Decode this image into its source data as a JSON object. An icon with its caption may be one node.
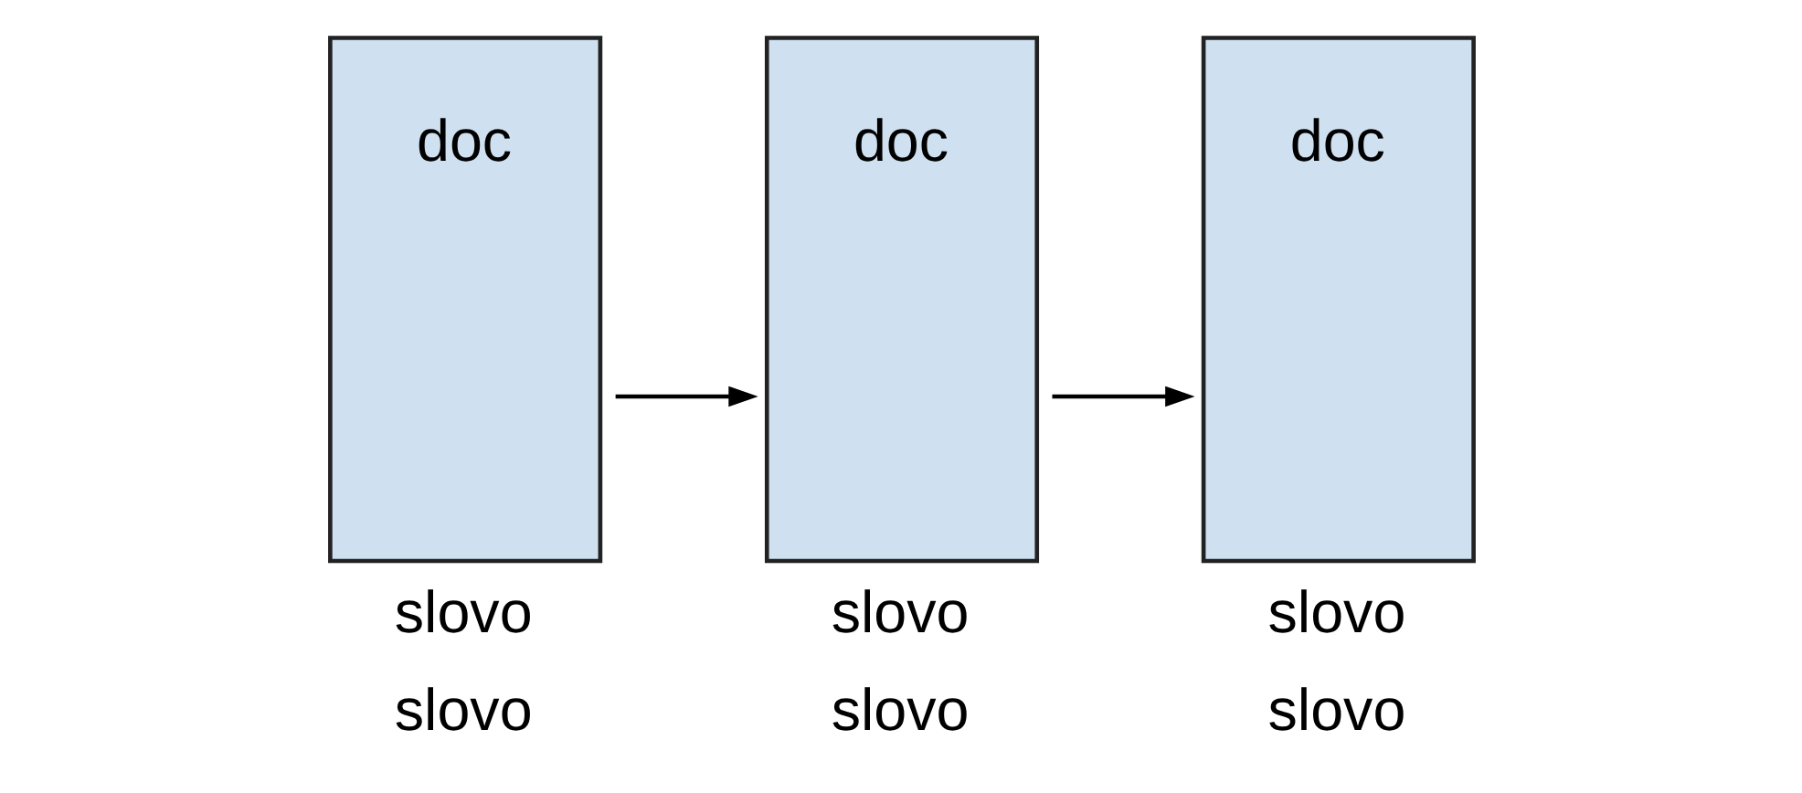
{
  "diagram": {
    "nodes": [
      {
        "text": [
          "doc"
        ],
        "beside": [
          "slovo",
          "slovo"
        ]
      },
      {
        "text": [
          "doc"
        ],
        "beside": [
          "slovo",
          "slovo"
        ]
      },
      {
        "text": [
          "doc"
        ],
        "beside": [
          "slovo",
          "slovo"
        ]
      }
    ],
    "edges": [
      {
        "from": 0,
        "to": 1,
        "arrow": "to"
      },
      {
        "from": 1,
        "to": 2,
        "arrow": "to"
      }
    ]
  }
}
